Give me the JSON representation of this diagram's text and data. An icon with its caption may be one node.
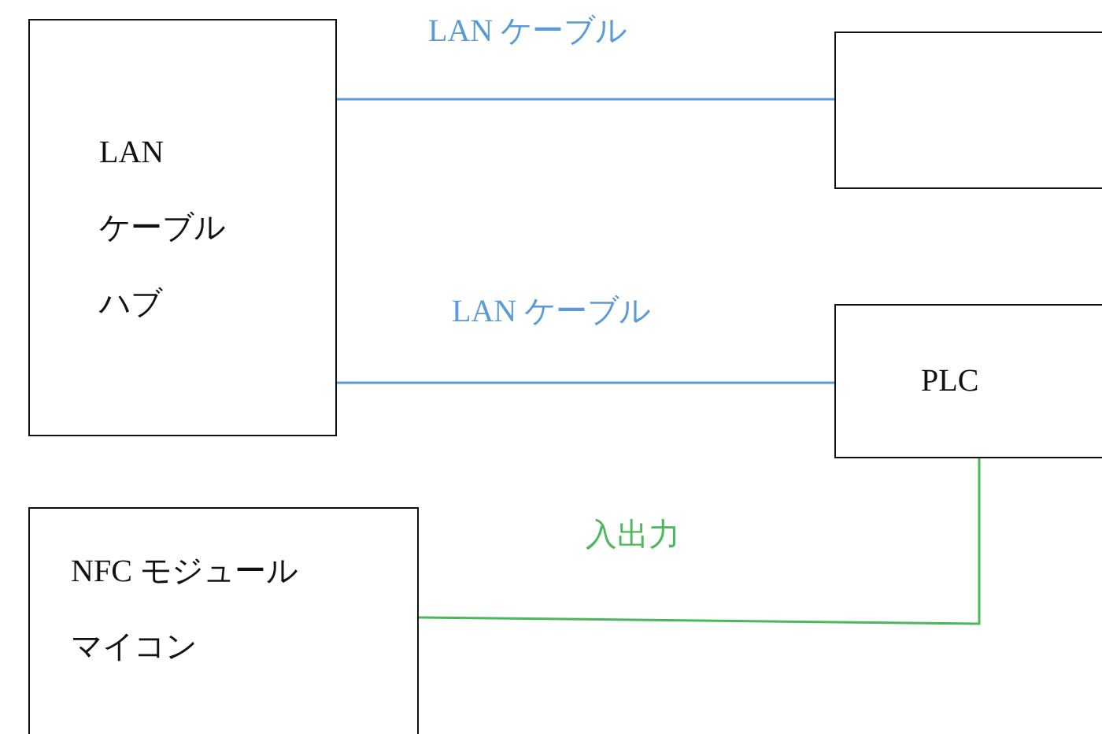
{
  "diagram": {
    "nodes": [
      {
        "text": [
          "LAN",
          "ケーブル",
          "ハブ"
        ]
      },
      {
        "text": [],
        "shape": "box"
      },
      {
        "text": [
          "PLC"
        ]
      },
      {
        "text": [
          "NFC モジュール",
          "マイコン"
        ]
      }
    ],
    "edges": [
      {
        "from": 0,
        "to": 1,
        "arrow": "none",
        "label": "LAN ケーブル",
        "color": "#5b9bd5"
      },
      {
        "from": 0,
        "to": 2,
        "arrow": "none",
        "label": "LAN ケーブル",
        "color": "#5b9bd5"
      },
      {
        "from": 3,
        "to": 2,
        "arrow": "none",
        "label": "入出力",
        "color": "#4cb85c"
      }
    ]
  }
}
